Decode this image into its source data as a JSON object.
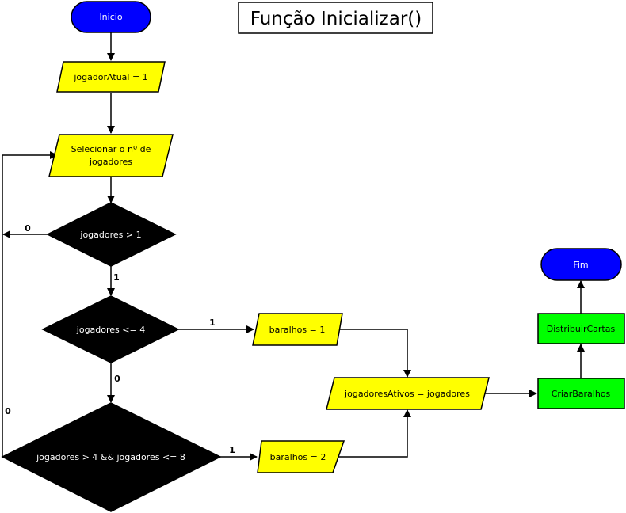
{
  "title": "Função Inicializar()",
  "colors": {
    "terminator": "#0000ff",
    "io": "#ffff00",
    "decision": "#000000",
    "process": "#00ff00",
    "stroke": "#000000"
  },
  "nodes": {
    "inicio": "Inicio",
    "jogador_atual": "jogadorAtual = 1",
    "selecionar_line1": "Selecionar o nº de",
    "selecionar_line2": "jogadores",
    "dec_maior1": "jogadores > 1",
    "dec_menor4": "jogadores <= 4",
    "dec_4a8": "jogadores > 4 && jogadores <= 8",
    "baralhos1": "baralhos = 1",
    "baralhos2": "baralhos = 2",
    "jogadores_ativos": "jogadoresAtivos = jogadores",
    "criar_baralhos": "CriarBaralhos",
    "distribuir_cartas": "DistribuirCartas",
    "fim": "Fim"
  },
  "edge_labels": {
    "maior1_false": "0",
    "maior1_true": "1",
    "menor4_true": "1",
    "menor4_false": "0",
    "range_true": "1",
    "range_false": "0"
  }
}
